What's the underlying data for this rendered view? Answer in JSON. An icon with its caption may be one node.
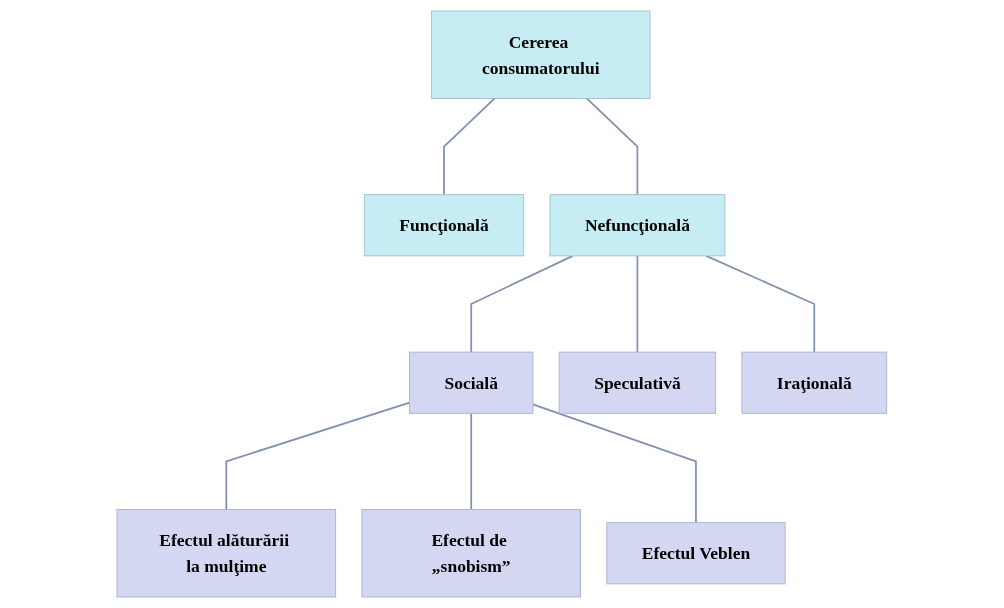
{
  "diagram": {
    "nodes": [
      {
        "text": [
          "Cererea consumatorului"
        ]
      },
      {
        "text": [
          "Funcţională"
        ]
      },
      {
        "text": [
          "Nefuncţională"
        ]
      },
      {
        "text": [
          "Socială"
        ]
      },
      {
        "text": [
          "Speculativă"
        ]
      },
      {
        "text": [
          "Iraţională"
        ]
      },
      {
        "text": [
          "Efectul alăturării la mulţime"
        ]
      },
      {
        "text": [
          "Efectul de „snobism”"
        ]
      },
      {
        "text": [
          "Efectul Veblen"
        ]
      }
    ],
    "edges": [
      {
        "from": 0,
        "to": 1,
        "arrow": "none"
      },
      {
        "from": 0,
        "to": 2,
        "arrow": "none"
      },
      {
        "from": 2,
        "to": 3,
        "arrow": "none"
      },
      {
        "from": 2,
        "to": 4,
        "arrow": "none"
      },
      {
        "from": 2,
        "to": 5,
        "arrow": "none"
      },
      {
        "from": 3,
        "to": 6,
        "arrow": "none"
      },
      {
        "from": 3,
        "to": 7,
        "arrow": "none"
      },
      {
        "from": 3,
        "to": 8,
        "arrow": "none"
      }
    ]
  }
}
